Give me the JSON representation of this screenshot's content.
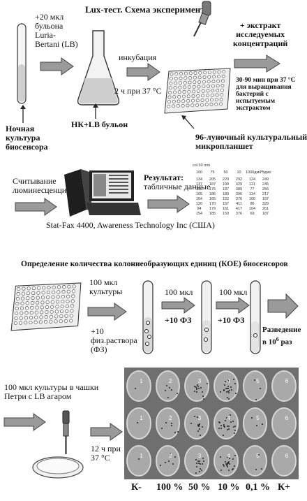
{
  "title": "Lux-тест. Схема эксперимента",
  "labels": {
    "overnight": [
      "Ночная",
      "культура",
      "биосенсора"
    ],
    "add_broth": [
      "+20 мкл",
      "бульона",
      "Luria-",
      "Bertani (LB)"
    ],
    "incubation": "инкубация",
    "time37": "2 ч при 37 °С",
    "nk_lb": "НК+LB бульон",
    "plate96": [
      "96-луночный культуральный",
      "микропланшет"
    ],
    "extract": [
      "+ экстракт",
      "исследуемых",
      "концентраций"
    ],
    "grow_note": [
      "30-90 мин при 37 °С",
      "для выращивания",
      "бактерий с",
      "испытуемым",
      "экстрактом"
    ],
    "reading": [
      "Считывание",
      "люминесценции"
    ],
    "result": [
      "Результат:",
      "табличные данные"
    ],
    "device": "Stat-Fax 4400, Awareness Technology Inc (США)"
  },
  "table": {
    "caption": "col 30 mm",
    "header": [
      "100",
      "75",
      "50",
      "10",
      "1000дмо",
      "75дмо"
    ],
    "rows": [
      [
        "134",
        "205",
        "220",
        "292",
        "124",
        "249"
      ],
      [
        "137",
        "187",
        "199",
        "429",
        "121",
        "245"
      ],
      [
        "150",
        "175",
        "187",
        "389",
        "77",
        "256"
      ],
      [
        "105",
        "186",
        "180",
        "396",
        "114",
        "217"
      ],
      [
        "164",
        "165",
        "152",
        "376",
        "100",
        "197"
      ],
      [
        "120",
        "170",
        "157",
        "411",
        "86",
        "329"
      ],
      [
        "94",
        "179",
        "161",
        "417",
        "104",
        "261"
      ],
      [
        "154",
        "185",
        "150",
        "376",
        "69",
        "187"
      ]
    ]
  },
  "koe": {
    "heading": "Определение количества колониеобразующих единиц (КОЕ) биосенсоров",
    "culture": [
      "100 мкл",
      "культуры"
    ],
    "saline": [
      "+10",
      "физ.раствора",
      "(ФЗ)"
    ],
    "step1": [
      "100 мкл",
      "+10 ФЗ"
    ],
    "step2": [
      "100 мкл",
      "+10 ФЗ"
    ],
    "dilution": [
      "Разведение",
      "в 10",
      "6",
      " раз"
    ],
    "plating": [
      "100 мкл культуры в чашки",
      "Петри с LB агаром"
    ],
    "incubate": [
      "12 ч при",
      "37 °С"
    ]
  },
  "plate_numbers": [
    [
      "1",
      "2",
      "3",
      "4",
      "5",
      "6"
    ],
    [
      "1",
      "2",
      "3",
      "4",
      "5",
      "6"
    ],
    [
      "1",
      "2",
      "3",
      "4",
      "5",
      "6"
    ]
  ],
  "columns": [
    "К-",
    "100 %",
    "50 %",
    "10 %",
    "0,1 %",
    "К+"
  ]
}
